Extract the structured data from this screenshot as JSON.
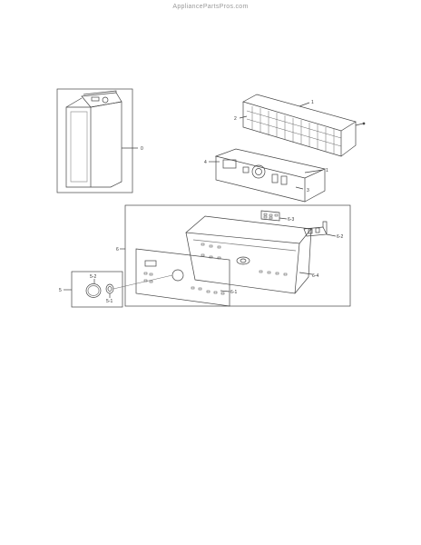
{
  "watermark": "AppliancePartsPros.com",
  "callouts": {
    "c0": "0",
    "c1a": "1",
    "c1b": "1",
    "c2": "2",
    "c3": "3",
    "c4": "4",
    "c5": "5",
    "c6": "6",
    "c61": "6-1",
    "c62": "6-2",
    "c63": "6-3",
    "c64": "6-4",
    "c51": "5-1",
    "c52": "5-2"
  }
}
